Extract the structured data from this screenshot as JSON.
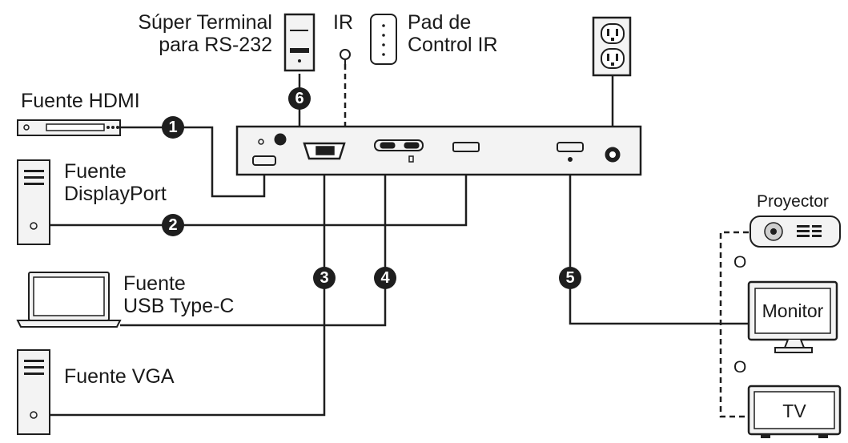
{
  "labels": {
    "terminal": [
      "Súper Terminal",
      "para RS-232"
    ],
    "ir": "IR",
    "pad": [
      "Pad de",
      "Control IR"
    ],
    "hdmi_source": "Fuente HDMI",
    "displayport_source": [
      "Fuente",
      "DisplayPort"
    ],
    "usbc_source": [
      "Fuente",
      "USB Type-C"
    ],
    "vga_source": "Fuente VGA",
    "projector": "Proyector",
    "monitor": "Monitor",
    "tv": "TV",
    "or_1": "O",
    "or_2": "O"
  },
  "badges": [
    "1",
    "2",
    "3",
    "4",
    "5",
    "6"
  ],
  "colors": {
    "line": "#1e1e1e",
    "device_fill": "#f3f3f3",
    "badge": "#1e1e1e"
  }
}
